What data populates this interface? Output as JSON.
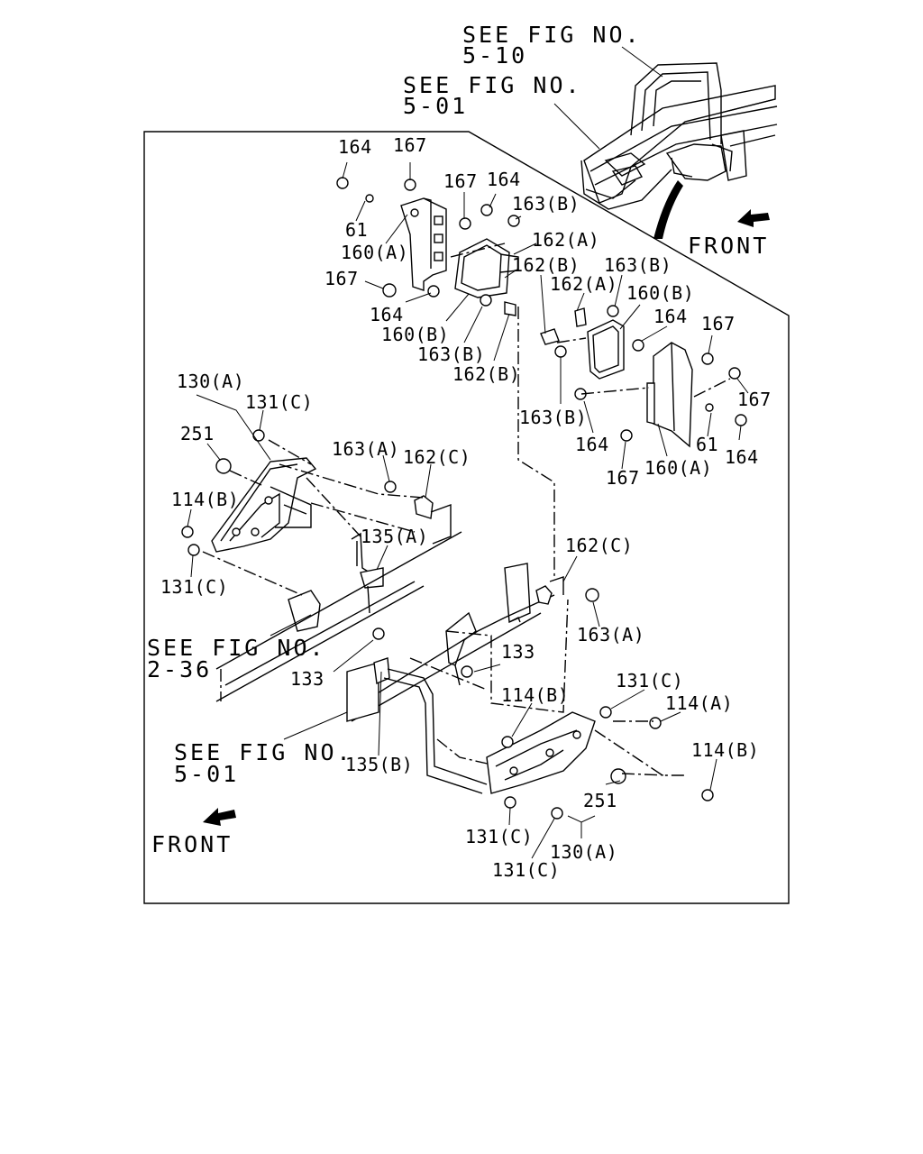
{
  "references": [
    {
      "line1": "SEE FIG NO.",
      "line2": "5-10"
    },
    {
      "line1": "SEE FIG NO.",
      "line2": "5-01"
    },
    {
      "line1": "SEE FIG NO.",
      "line2": "2-36"
    },
    {
      "line1": "SEE FIG NO.",
      "line2": "5-01"
    }
  ],
  "front_labels": [
    "FRONT",
    "FRONT"
  ],
  "callouts": [
    "164",
    "167",
    "167",
    "164",
    "163(B)",
    "61",
    "160(A)",
    "162(A)",
    "162(B)",
    "167",
    "163(B)",
    "162(A)",
    "160(B)",
    "164",
    "164",
    "160(B)",
    "163(B)",
    "162(B)",
    "167",
    "167",
    "163(B)",
    "164",
    "61",
    "164",
    "167",
    "160(A)",
    "130(A)",
    "131(C)",
    "251",
    "163(A)",
    "162(C)",
    "114(B)",
    "135(A)",
    "131(C)",
    "162(C)",
    "163(A)",
    "133",
    "133",
    "131(C)",
    "114(B)",
    "114(A)",
    "114(B)",
    "135(B)",
    "251",
    "131(C)",
    "130(A)",
    "131(C)"
  ]
}
